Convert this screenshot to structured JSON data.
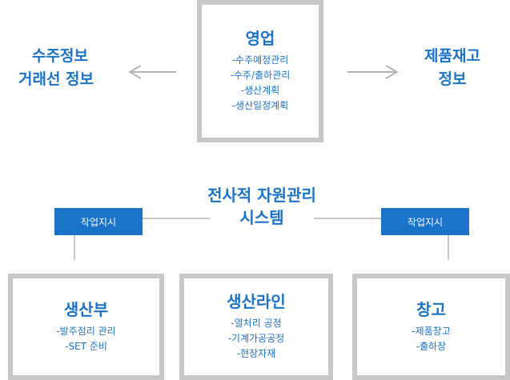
{
  "top_box": {
    "title": "영업",
    "items": [
      "-수주예정관리",
      "-수주/출하관리",
      "-생산계획",
      "-생산일정계획"
    ]
  },
  "left_info": {
    "lines": [
      "수주정보",
      "거래선 정보"
    ]
  },
  "right_info": {
    "lines": [
      "제품재고",
      "정보"
    ]
  },
  "center": {
    "lines": [
      "전사적 자원관리",
      "시스템"
    ]
  },
  "tags": {
    "left": "작업지시",
    "right": "작업지시"
  },
  "bottom_boxes": [
    {
      "title": "생산부",
      "items": [
        "-발주점리 관리",
        "-SET 준비"
      ]
    },
    {
      "title": "생산라인",
      "items": [
        "-열처리 공정",
        "-기계가공공정",
        "-현장자재"
      ]
    },
    {
      "title": "창고",
      "items": [
        "-제품창고",
        "-출하장"
      ]
    }
  ],
  "colors": {
    "accent": "#1a73c8",
    "border": "#c8c8c8",
    "connector": "#b4b4b4"
  }
}
